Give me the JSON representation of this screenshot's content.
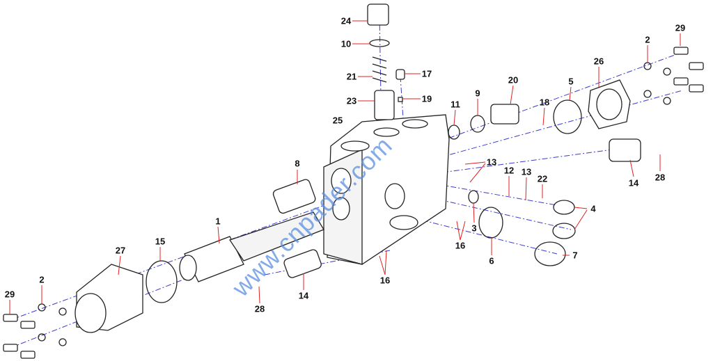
{
  "watermark": "www.cnpader.com",
  "labels": [
    {
      "id": "24",
      "text": "24"
    },
    {
      "id": "10",
      "text": "10"
    },
    {
      "id": "21",
      "text": "21"
    },
    {
      "id": "17",
      "text": "17"
    },
    {
      "id": "23",
      "text": "23"
    },
    {
      "id": "19",
      "text": "19"
    },
    {
      "id": "25",
      "text": "25"
    },
    {
      "id": "9",
      "text": "9"
    },
    {
      "id": "11",
      "text": "11"
    },
    {
      "id": "20",
      "text": "20"
    },
    {
      "id": "18",
      "text": "18"
    },
    {
      "id": "5",
      "text": "5"
    },
    {
      "id": "26",
      "text": "26"
    },
    {
      "id": "2a",
      "text": "2"
    },
    {
      "id": "29a",
      "text": "29"
    },
    {
      "id": "13a",
      "text": "13"
    },
    {
      "id": "12",
      "text": "12"
    },
    {
      "id": "13b",
      "text": "13"
    },
    {
      "id": "22",
      "text": "22"
    },
    {
      "id": "14a",
      "text": "14"
    },
    {
      "id": "28a",
      "text": "28"
    },
    {
      "id": "8",
      "text": "8"
    },
    {
      "id": "4",
      "text": "4"
    },
    {
      "id": "3",
      "text": "3"
    },
    {
      "id": "16a",
      "text": "16"
    },
    {
      "id": "6",
      "text": "6"
    },
    {
      "id": "7",
      "text": "7"
    },
    {
      "id": "1",
      "text": "1"
    },
    {
      "id": "15",
      "text": "15"
    },
    {
      "id": "27",
      "text": "27"
    },
    {
      "id": "2b",
      "text": "2"
    },
    {
      "id": "29b",
      "text": "29"
    },
    {
      "id": "14b",
      "text": "14"
    },
    {
      "id": "28b",
      "text": "28"
    },
    {
      "id": "16b",
      "text": "16"
    }
  ],
  "colors": {
    "leader": "#e02020",
    "centerline": "#3a3ad0",
    "outline": "#222222",
    "watermark": "#5b8fe0"
  }
}
